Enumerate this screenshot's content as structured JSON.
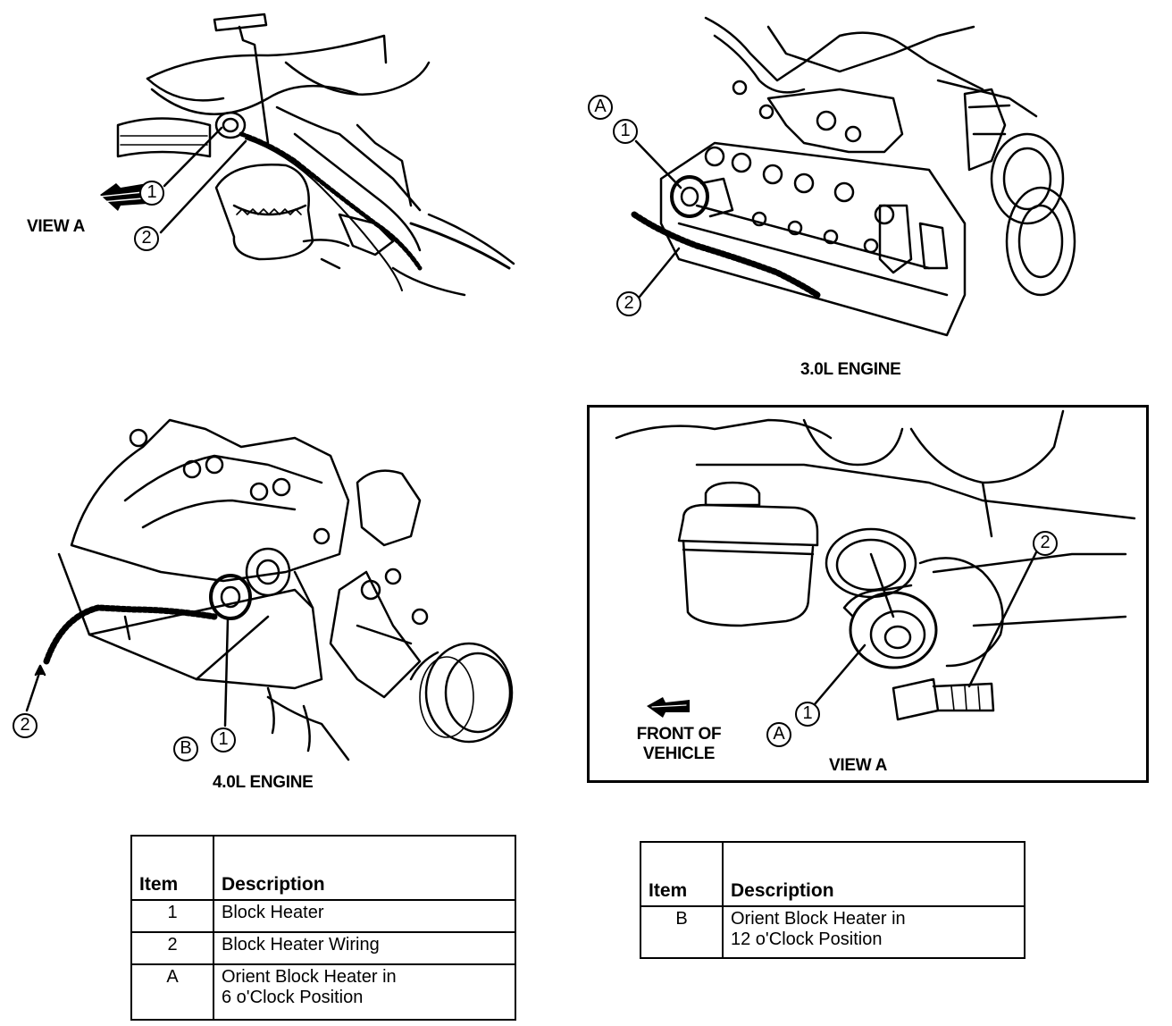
{
  "labels": {
    "view_a_arrow": "VIEW A",
    "engine_30": "3.0L ENGINE",
    "engine_40": "4.0L ENGINE",
    "front_of_vehicle_1": "FRONT OF",
    "front_of_vehicle_2": "VEHICLE",
    "view_a_title": "VIEW A"
  },
  "callouts": {
    "one": "1",
    "two": "2",
    "a": "A",
    "b": "B"
  },
  "table_left": {
    "headers": [
      "Item",
      "Description"
    ],
    "rows": [
      {
        "item": "1",
        "description": "Block Heater"
      },
      {
        "item": "2",
        "description": "Block Heater Wiring"
      },
      {
        "item": "A",
        "description_line1": "Orient Block Heater in",
        "description_line2": "6 o'Clock Position"
      }
    ]
  },
  "table_right": {
    "headers": [
      "Item",
      "Description"
    ],
    "rows": [
      {
        "item": "B",
        "description_line1": "Orient Block Heater in",
        "description_line2": "12 o'Clock Position"
      }
    ]
  }
}
